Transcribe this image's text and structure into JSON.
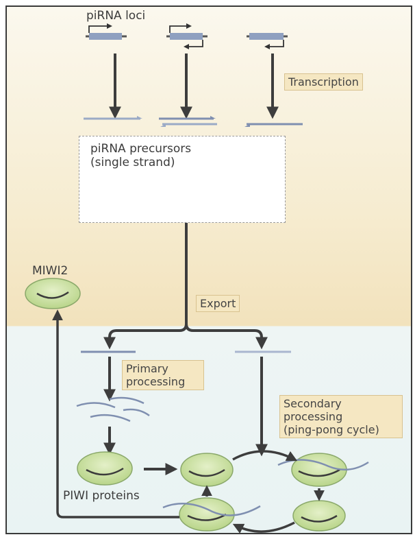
{
  "labels": {
    "pirna_loci": "piRNA loci",
    "transcription": "Transcription",
    "precursors_line1": "piRNA precursors",
    "precursors_line2": "(single strand)",
    "miwi2": "MIWI2",
    "export": "Export",
    "primary_line1": "Primary",
    "primary_line2": "processing",
    "secondary_line1": "Secondary",
    "secondary_line2": "processing",
    "secondary_line3": "(ping-pong cycle)",
    "piwi_proteins": "PIWI proteins"
  },
  "colors": {
    "nucleus_bg": "#f4e6c4",
    "cytoplasm_bg": "#e9f3f3",
    "protein_fill": "#cfe3a6",
    "rna_strand": "#7f8fb0",
    "arrow": "#3d3d3d",
    "callout_bg": "#f5e7c2"
  }
}
